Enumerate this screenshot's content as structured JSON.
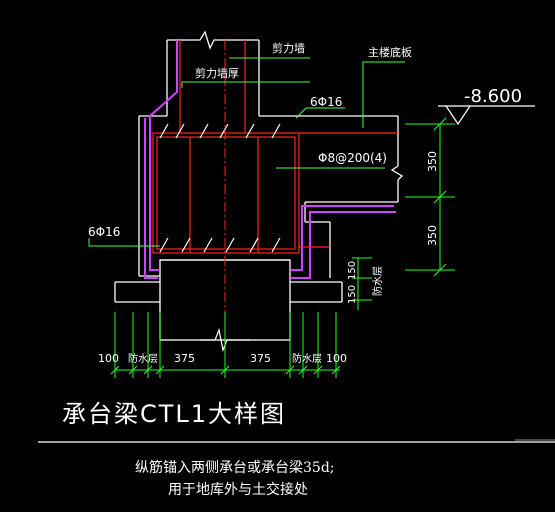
{
  "labels": {
    "shear_wall": "剪力墙",
    "shear_wall_thickness": "剪力墙厚",
    "main_floor_slab": "主楼底板",
    "top_bars": "6Φ16",
    "bottom_bars": "6Φ16",
    "stirrups": "Φ8@200(4)",
    "elevation": "-8.600",
    "dim_upper": "350",
    "dim_lower": "350",
    "dim_150_a": "150",
    "dim_150_b": "150",
    "waterproof_right": "防水层"
  },
  "bottom_dims": {
    "left_100": "100",
    "left_wp": "防水层",
    "left_375": "375",
    "right_375": "375",
    "right_wp": "防水层",
    "right_100": "100"
  },
  "title": "承台梁CTL1大样图",
  "notes": {
    "line1": "纵筋锚入两侧承台或承台梁35d;",
    "line2": "用于地库外与土交接处"
  },
  "colors": {
    "background": "#000000",
    "structure": "#ffffff",
    "rebar": "#ff2222",
    "waterproof": "#cc44ff",
    "dimension": "#22ff22",
    "leader": "#44ff44",
    "centerline": "#ff2222"
  }
}
